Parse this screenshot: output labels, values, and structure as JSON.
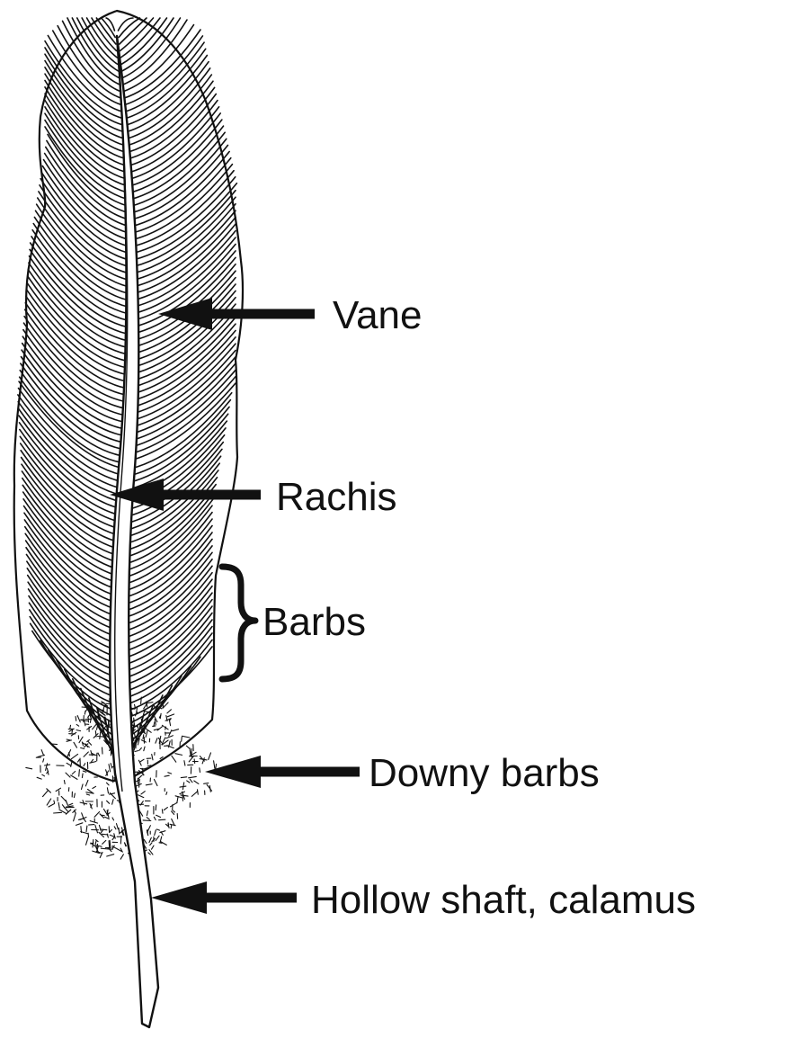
{
  "diagram": {
    "labels": {
      "vane": "Vane",
      "rachis": "Rachis",
      "barbs": "Barbs",
      "downy_barbs": "Downy barbs",
      "calamus": "Hollow shaft, calamus"
    },
    "colors": {
      "ink": "#111111",
      "background": "#ffffff"
    },
    "icons": {
      "feather": "feather-illustration",
      "bracket": "curly-brace"
    }
  }
}
